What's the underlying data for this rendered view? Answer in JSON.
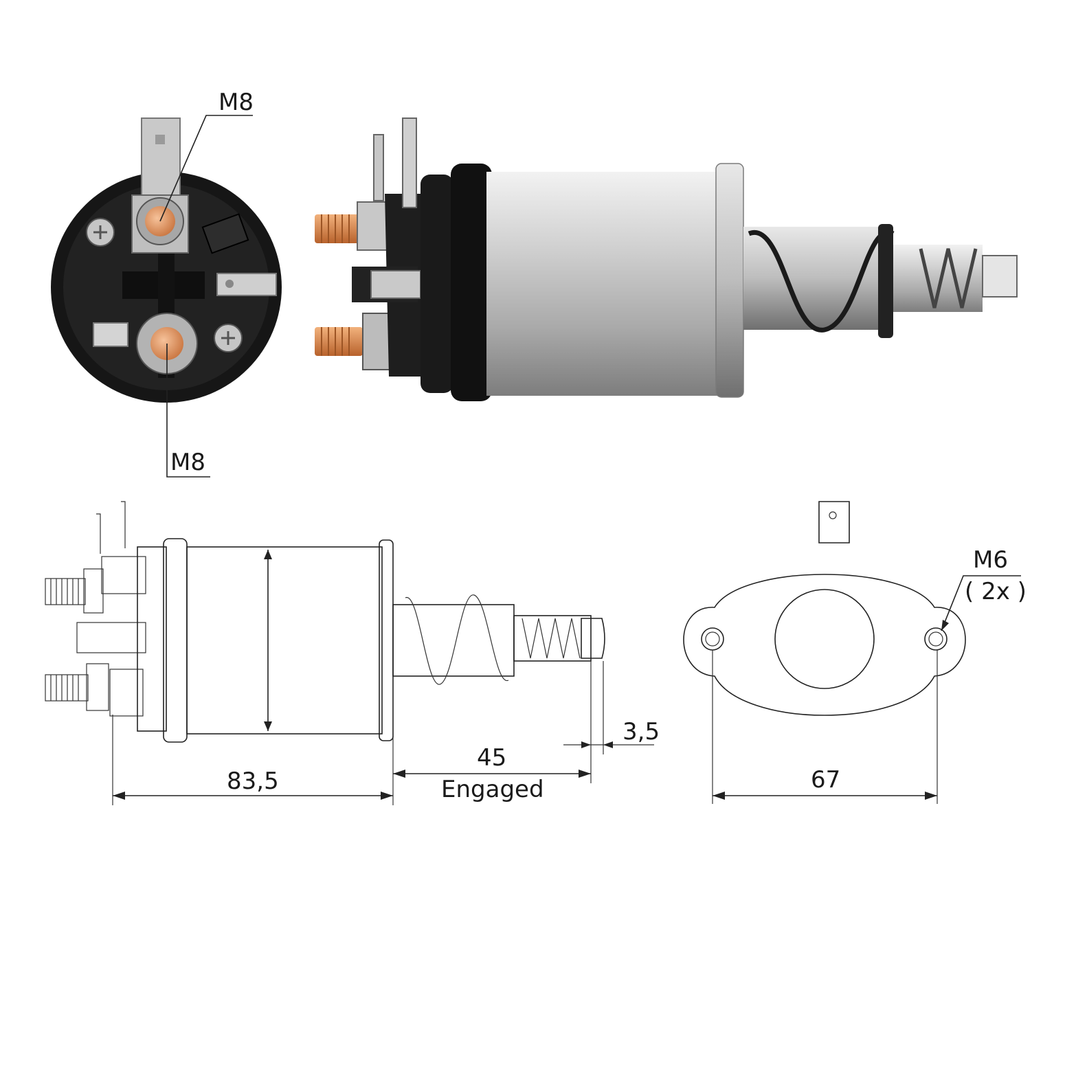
{
  "labels": {
    "end_terminal_top": "M8",
    "end_terminal_bottom": "M8",
    "flange_thread": "M6",
    "flange_thread_count": "( 2x )",
    "body_length": "83,5",
    "stroke_length": "45",
    "stroke_state": "Engaged",
    "plunger_gap": "3,5",
    "flange_hole_spacing": "67"
  },
  "colors": {
    "steel_light": "#d9d9d9",
    "steel_dark": "#8c8c8c",
    "bakelite": "#1c1c1c",
    "copper": "#d98a4a",
    "line": "#222222"
  }
}
